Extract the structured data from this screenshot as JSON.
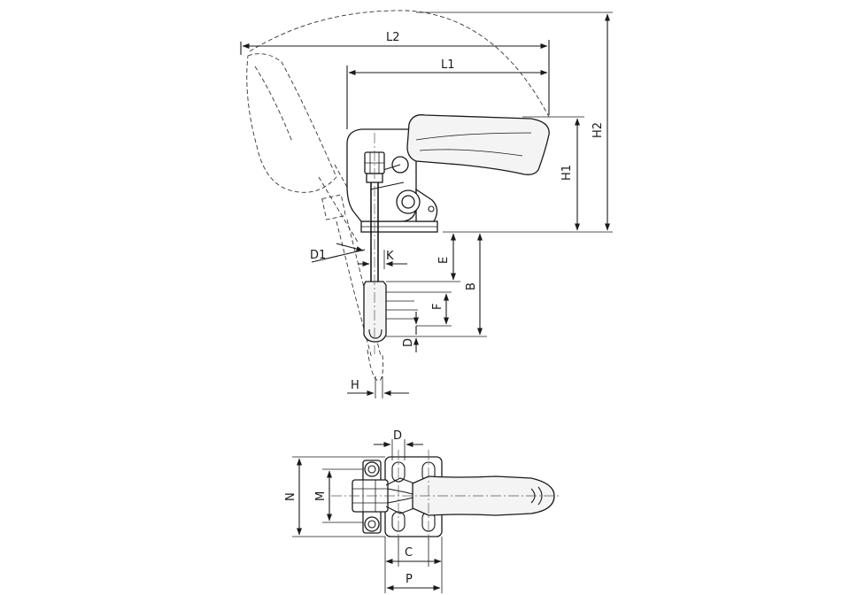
{
  "labels": {
    "L2": "L2",
    "L1": "L1",
    "H2": "H2",
    "H1": "H1",
    "D1": "D1",
    "K": "K",
    "E": "E",
    "B": "B",
    "F": "F",
    "D_side": "D",
    "H": "H",
    "D_top": "D",
    "N": "N",
    "M": "M",
    "C": "C",
    "P": "P"
  },
  "colors": {
    "line": "#1a1a1a",
    "background": "#ffffff"
  }
}
